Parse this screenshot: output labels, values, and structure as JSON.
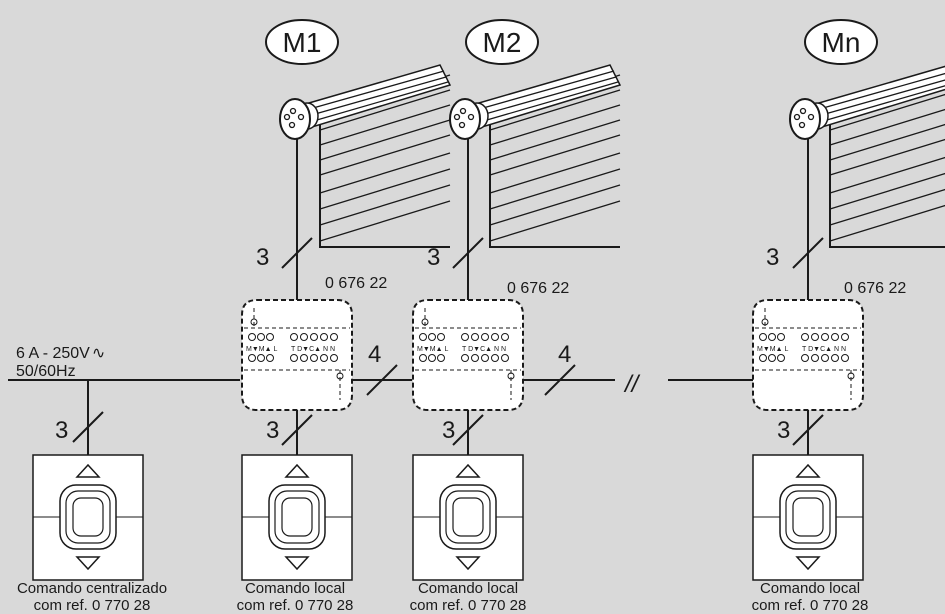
{
  "supply": {
    "line1": "6 A - 250V",
    "ac_symbol": "∿",
    "line2": "50/60Hz"
  },
  "motors": [
    "M1",
    "M2",
    "Mn"
  ],
  "module_ref": "0 676 22",
  "wire_counts": {
    "to_motor": "3",
    "to_switch": "3",
    "bus": "4",
    "supply_to_central": "3"
  },
  "break_mark": "//",
  "module_terminals": {
    "left": "M▼M▲ L",
    "right": "T D▼C▲ N N"
  },
  "switches": [
    {
      "line1": "Comando centralizado",
      "line2": "com ref. 0 770 28"
    },
    {
      "line1": "Comando local",
      "line2": "com ref. 0 770 28"
    },
    {
      "line1": "Comando local",
      "line2": "com ref. 0 770 28"
    },
    {
      "line1": "Comando local",
      "line2": "com ref. 0 770 28"
    }
  ]
}
